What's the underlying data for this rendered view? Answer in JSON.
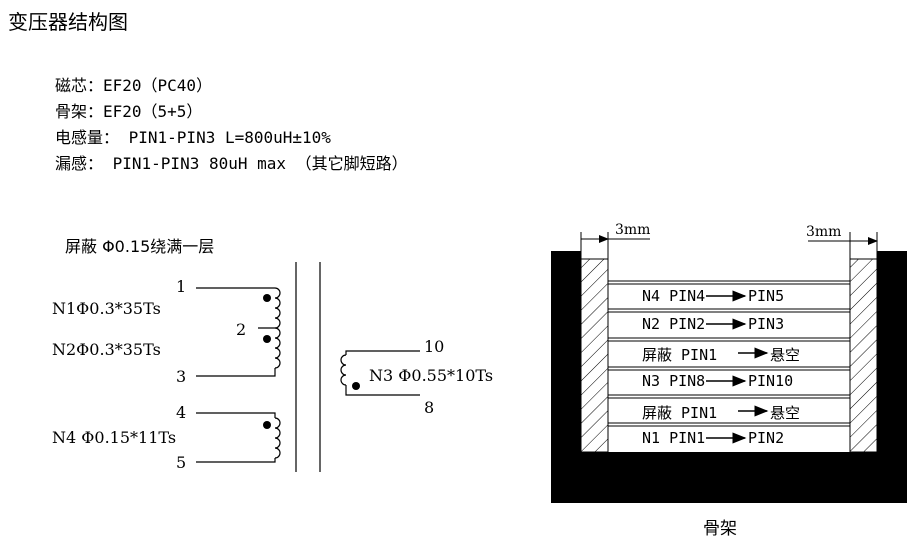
{
  "title": "变压器结构图",
  "specs": {
    "core": "磁芯：EF20（PC40）",
    "bobbin": "骨架：EF20（5+5）",
    "inductance": "电感量：  PIN1-PIN3 L=800uH±10%",
    "leakage": "漏感：  PIN1-PIN3 80uH max （其它脚短路）"
  },
  "schematic": {
    "shield_note": "屏蔽  Φ0.15绕满一层",
    "pins": {
      "p1": "1",
      "p2": "2",
      "p3": "3",
      "p4": "4",
      "p5": "5",
      "p10": "10",
      "p8": "8"
    },
    "n1": "N1Φ0.3*35Ts",
    "n2": "N2Φ0.3*35Ts",
    "n4": "N4  Φ0.15*11Ts",
    "n3": "N3  Φ0.55*10Ts"
  },
  "bobbin_diagram": {
    "margin_left": "3mm",
    "margin_right": "3mm",
    "caption": "骨架",
    "layers": [
      {
        "name": "N4",
        "text": "N4 PIN4",
        "to": "PIN5"
      },
      {
        "name": "N2",
        "text": "N2 PIN2",
        "to": "PIN3"
      },
      {
        "name": "shield",
        "text": "屏蔽 PIN1",
        "to": "悬空"
      },
      {
        "name": "N3",
        "text": "N3 PIN8",
        "to": "PIN10"
      },
      {
        "name": "shield",
        "text": "屏蔽 PIN1",
        "to": "悬空"
      },
      {
        "name": "N1",
        "text": "N1 PIN1",
        "to": "PIN2"
      }
    ]
  }
}
